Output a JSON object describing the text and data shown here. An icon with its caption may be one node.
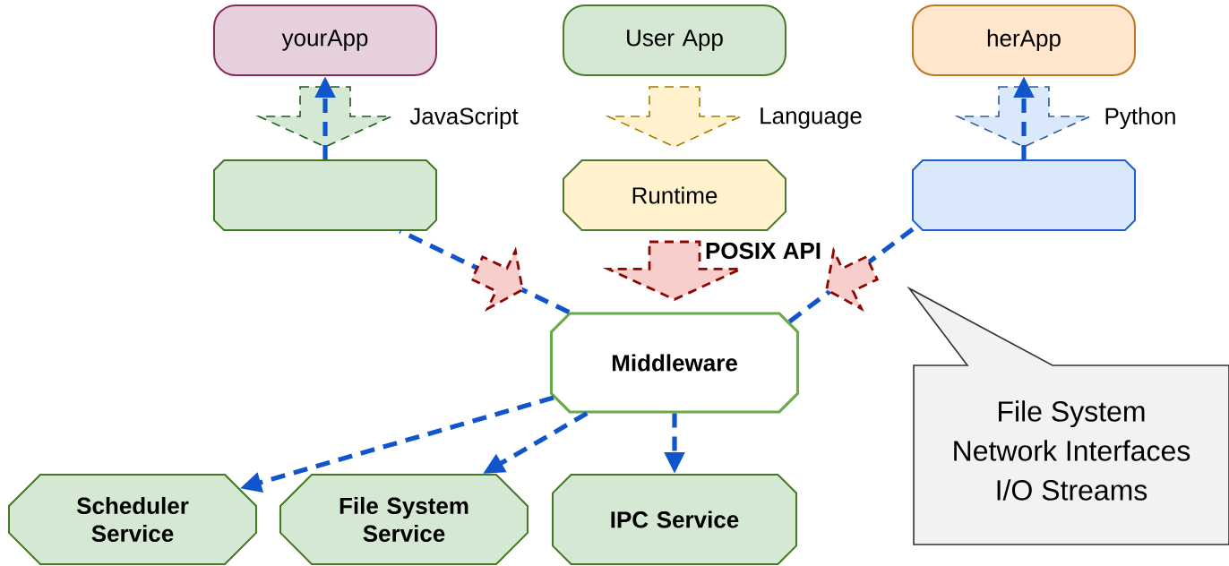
{
  "diagram": {
    "nodes": [
      {
        "text": [
          "yourApp"
        ]
      },
      {
        "text": [
          "User App"
        ]
      },
      {
        "text": [
          "herApp"
        ]
      },
      {
        "text": [],
        "shape": "octagon"
      },
      {
        "text": [
          "Runtime"
        ]
      },
      {
        "text": [],
        "shape": "octagon"
      },
      {
        "text": [
          "Middleware"
        ]
      },
      {
        "text": [
          "Scheduler Service"
        ]
      },
      {
        "text": [
          "File System Service"
        ]
      },
      {
        "text": [
          "IPC Service"
        ]
      },
      {
        "text": [
          "File System",
          "Network Interfaces",
          "I/O Streams"
        ]
      }
    ],
    "edges": [
      {
        "from": 0,
        "to": 3,
        "arrow": "to",
        "label": "JavaScript",
        "style": "dashed",
        "color": "#d5e8d4"
      },
      {
        "from": 1,
        "to": 4,
        "arrow": "to",
        "label": "Language",
        "style": "dashed",
        "color": "#fff2cc"
      },
      {
        "from": 2,
        "to": 5,
        "arrow": "to",
        "label": "Python",
        "style": "dashed",
        "color": "#dae8fc"
      },
      {
        "from": 4,
        "to": 6,
        "arrow": "to",
        "label": "POSIX API",
        "style": "dashed",
        "color": "#f8cecc"
      },
      {
        "from": 3,
        "to": 0,
        "arrow": "to",
        "style": "dashed"
      },
      {
        "from": 6,
        "to": 3,
        "arrow": "none",
        "style": "dashed"
      },
      {
        "from": 5,
        "to": 2,
        "arrow": "to",
        "style": "dashed"
      },
      {
        "from": 6,
        "to": 5,
        "arrow": "none",
        "style": "dashed"
      },
      {
        "from": 6,
        "to": 7,
        "arrow": "to",
        "style": "dashed"
      },
      {
        "from": 6,
        "to": 8,
        "arrow": "to",
        "style": "dashed"
      },
      {
        "from": 6,
        "to": 9,
        "arrow": "to",
        "style": "dashed"
      },
      {
        "from": 3,
        "to": 6,
        "arrow": "to",
        "style": "dashed",
        "color": "#f8cecc"
      },
      {
        "from": 5,
        "to": 6,
        "arrow": "to",
        "style": "dashed",
        "color": "#f8cecc"
      }
    ]
  }
}
